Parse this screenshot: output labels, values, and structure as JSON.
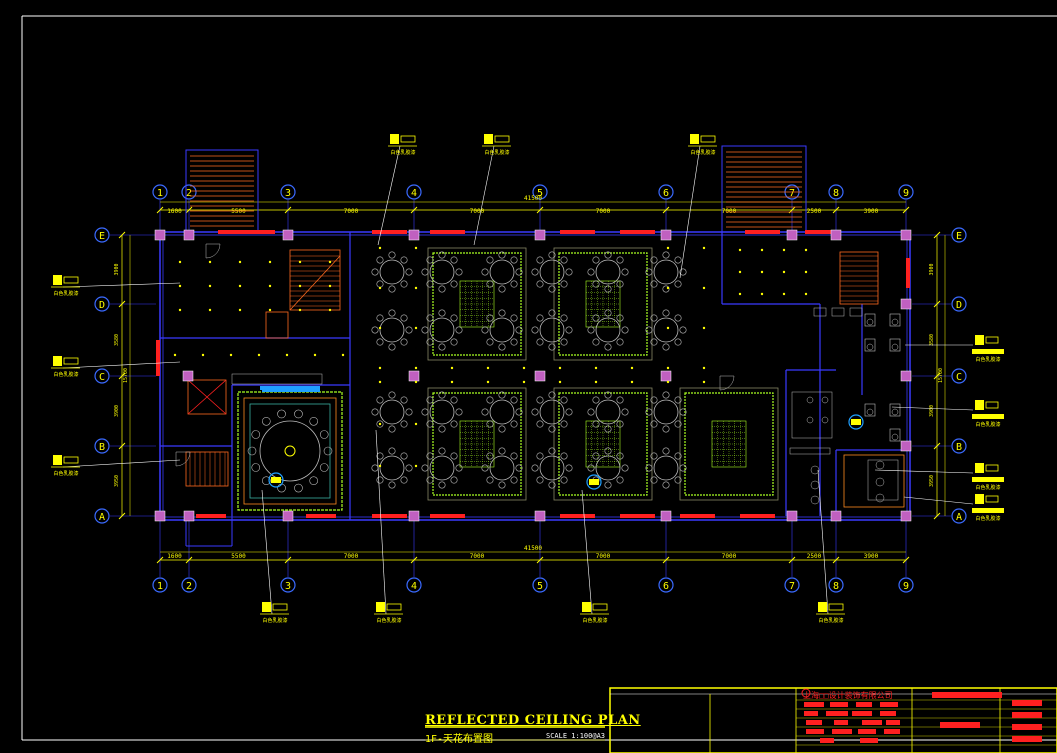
{
  "drawing": {
    "title": "REFLECTED CEILING PLAN",
    "subtitle": "1F-天花布置图",
    "scale": "SCALE 1:100@A3",
    "company": "上海□□设计装饰有限公司"
  },
  "grid": {
    "columns": [
      "1",
      "2",
      "3",
      "4",
      "5",
      "6",
      "7",
      "8",
      "9"
    ],
    "rows": [
      "E",
      "D",
      "C",
      "B",
      "A"
    ],
    "total_width": "41500",
    "spans": [
      "1600",
      "5500",
      "7000",
      "7000",
      "7000",
      "7000",
      "2500",
      "3900"
    ],
    "row_spans": [
      "3900",
      "3580",
      "3900",
      "3950"
    ],
    "row_total": "15700"
  },
  "annotation": {
    "note": "白色乳胶漆"
  },
  "colors": {
    "background": "#000000",
    "wall": "#3a3aff",
    "dimension": "#ffff00",
    "fixture": "#ffffff",
    "column": "#c060c0",
    "window": "#ff2020",
    "stair": "#ff6a20",
    "ceiling_panel": "#aaff22"
  }
}
